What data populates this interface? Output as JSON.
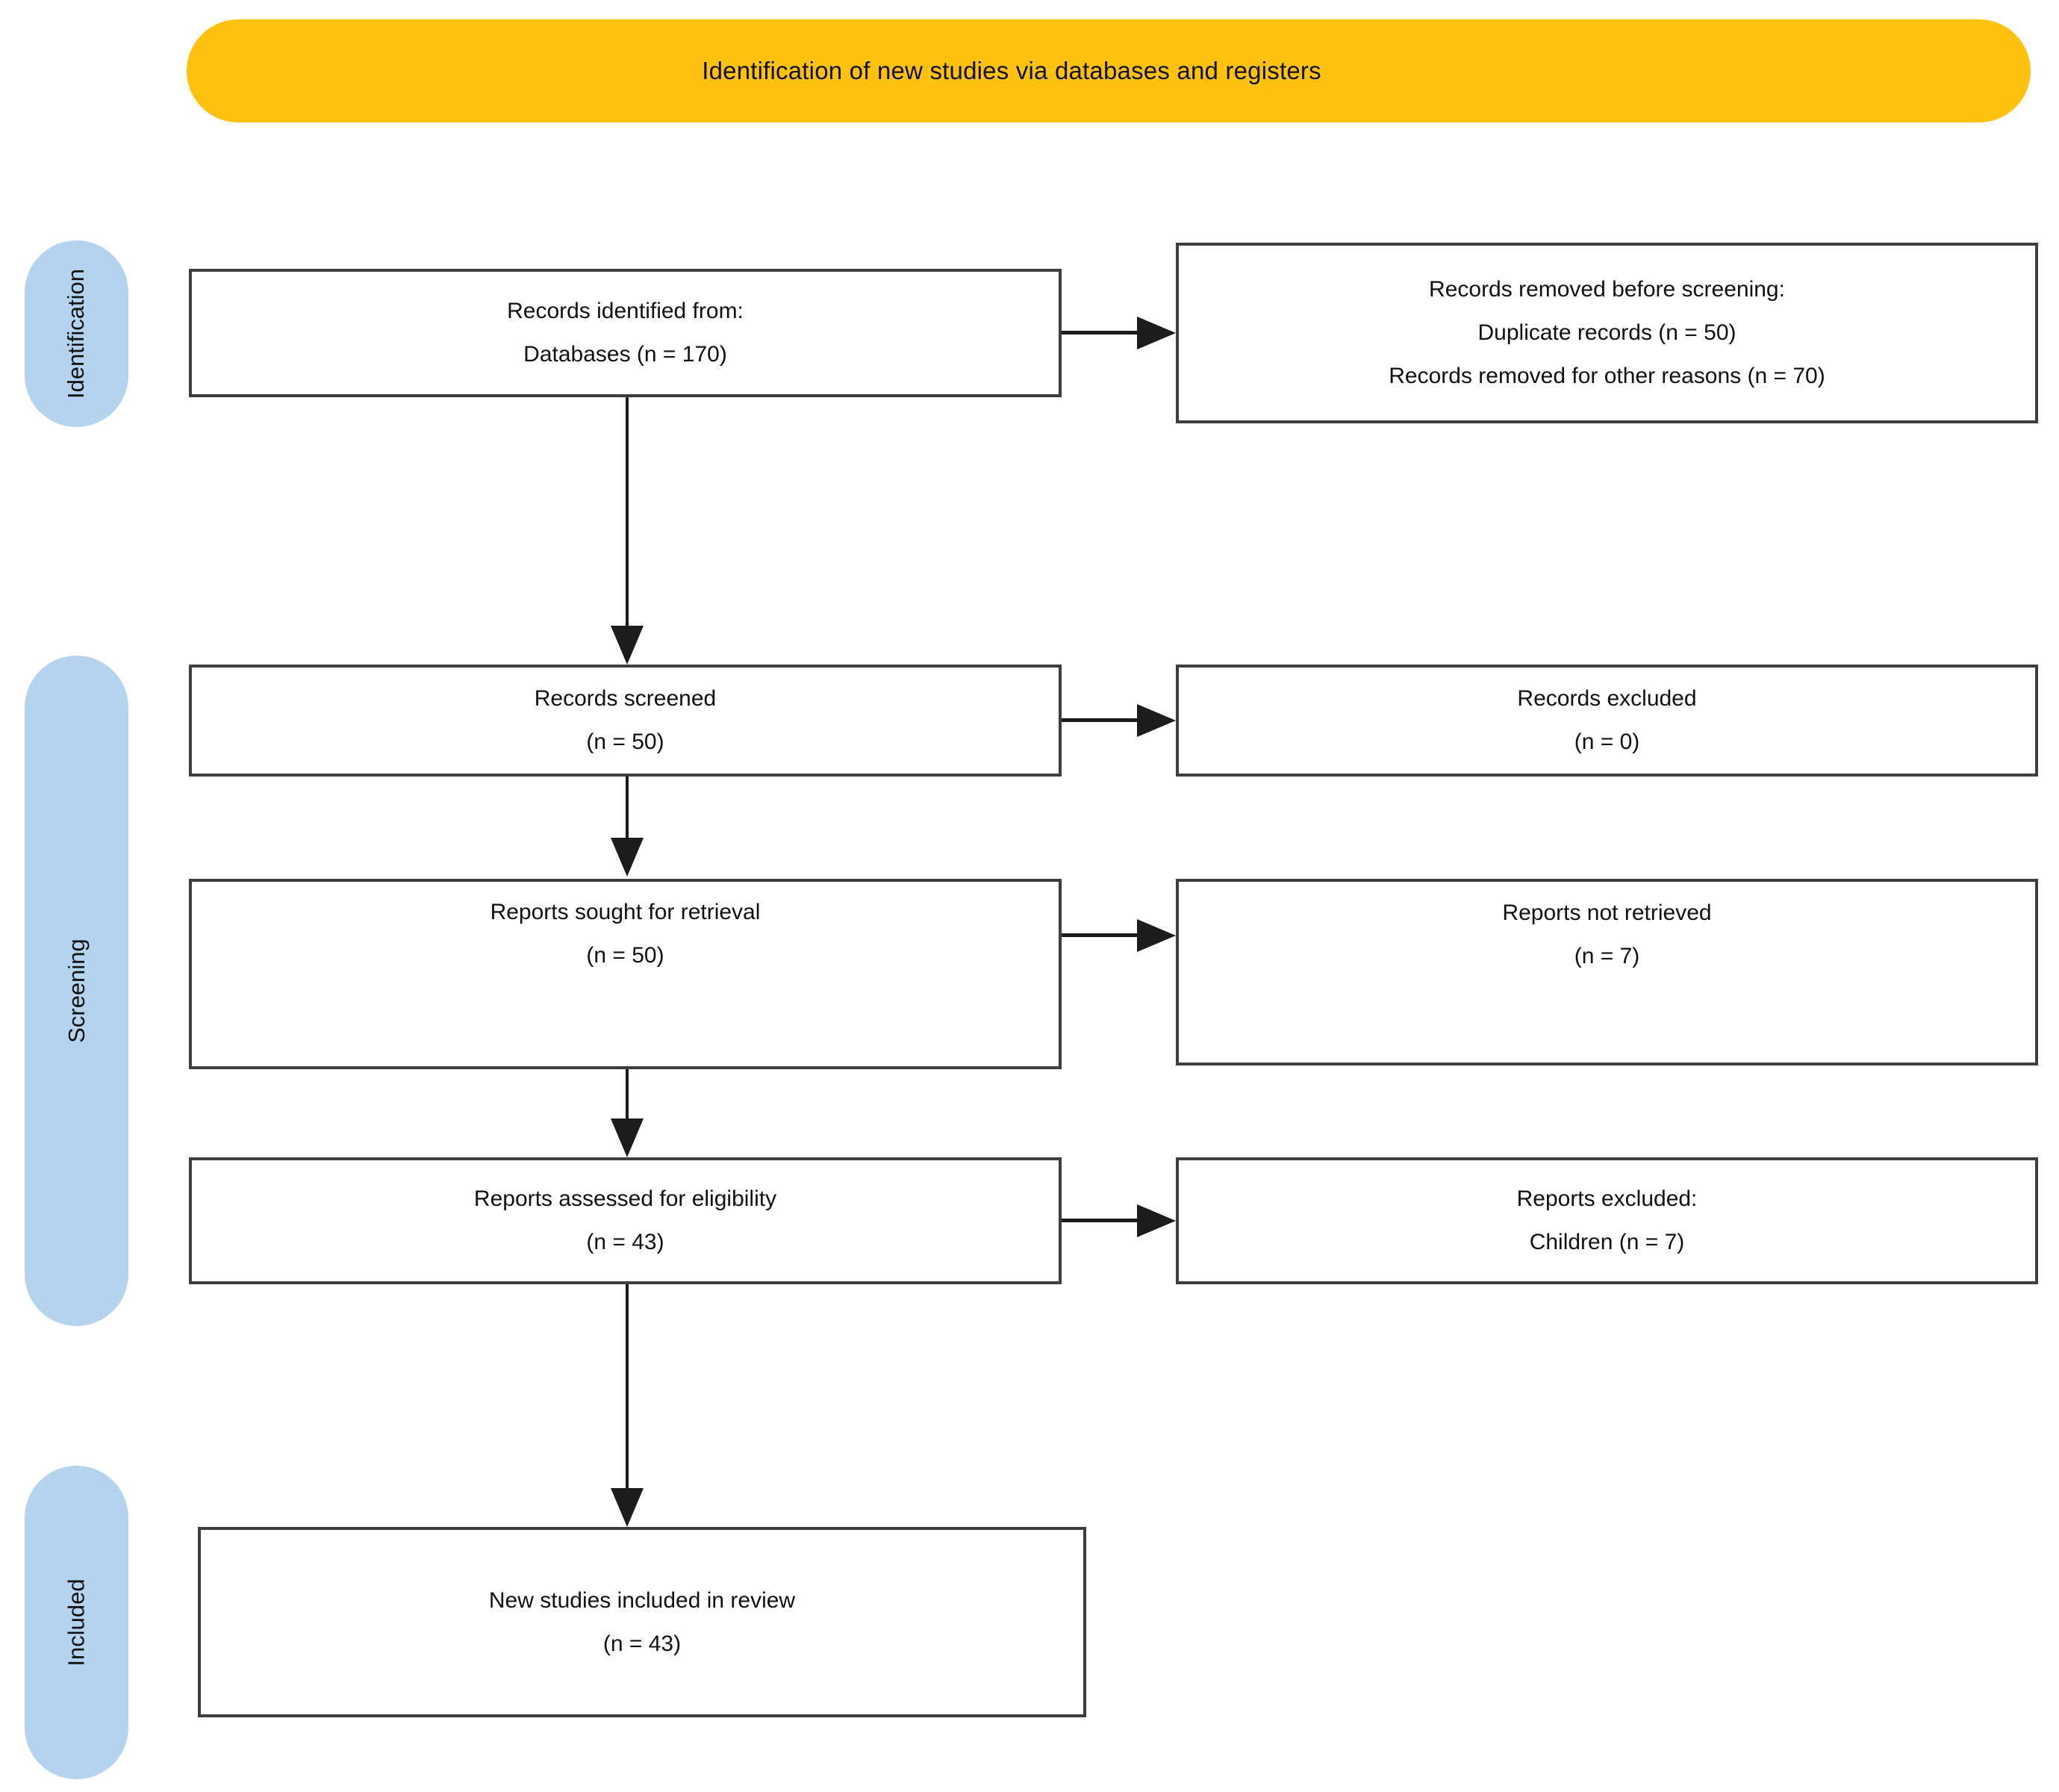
{
  "banner": {
    "title": "Identification of new studies via databases and registers"
  },
  "stages": {
    "identification": "Identification",
    "screening": "Screening",
    "included": "Included"
  },
  "flow": {
    "records_identified": {
      "line1": "Records identified from:",
      "line2": "Databases (n = 170)"
    },
    "records_removed": {
      "line1": "Records removed before screening:",
      "line2": "Duplicate records (n = 50)",
      "line3": "Records removed for other reasons (n = 70)"
    },
    "records_screened": {
      "line1": "Records screened",
      "line2": "(n = 50)"
    },
    "records_excluded": {
      "line1": "Records excluded",
      "line2": "(n = 0)"
    },
    "reports_sought": {
      "line1": "Reports sought for retrieval",
      "line2": "(n = 50)"
    },
    "reports_not_retrieved": {
      "line1": "Reports not retrieved",
      "line2": "(n = 7)"
    },
    "reports_assessed": {
      "line1": "Reports assessed for eligibility",
      "line2": "(n = 43)"
    },
    "reports_excluded": {
      "line1": "Reports excluded:",
      "line2": "Children (n = 7)"
    },
    "new_studies_included": {
      "line1": "New studies included in review",
      "line2": "(n = 43)"
    }
  },
  "colors": {
    "banner_bg": "#FEC10D",
    "stage_bg": "#B5D3EF",
    "line": "#1C1C1C",
    "box_border": "#3E3E3E"
  }
}
